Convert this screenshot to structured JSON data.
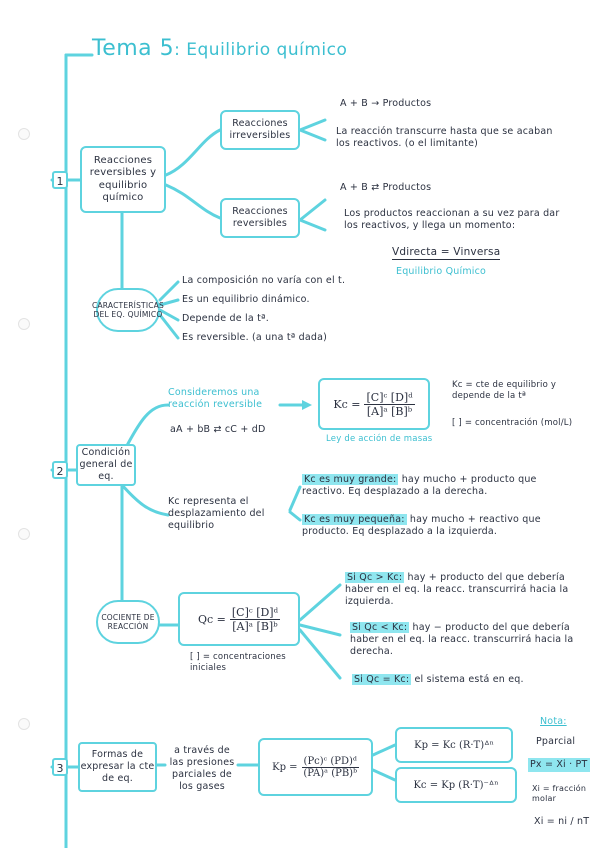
{
  "title": {
    "main": "Tema 5",
    "sub": ": Equilibrio químico"
  },
  "section1": {
    "number": "1",
    "box": "Reacciones reversibles y equilibrio químico",
    "irrev_box": "Reacciones irreversibles",
    "irrev_eq": "A + B → Productos",
    "irrev_desc": "La reacción transcurre hasta que se acaban los reactivos. (o el limitante)",
    "rev_box": "Reacciones reversibles",
    "rev_eq": "A + B ⇄ Productos",
    "rev_desc": "Los productos reaccionan a su vez para dar los reactivos, y llega un momento:",
    "velocity": "Vdirecta = Vinversa",
    "velocity_label": "Equilibrio Químico",
    "caract_box": "CARACTERÍSTICAS DEL EQ. QUÍMICO",
    "caract_items": [
      "La composición no varía con el t.",
      "Es un equilibrio dinámico.",
      "Depende de la tª.",
      "Es reversible. (a una tª dada)"
    ]
  },
  "section2": {
    "number": "2",
    "box": "Condición general de eq.",
    "consider": "Consideremos una reacción reversible",
    "reaction": "aA + bB ⇄ cC + dD",
    "kc_left": "Kc =",
    "kc_num": "[C]ᶜ [D]ᵈ",
    "kc_den": "[A]ᵃ [B]ᵇ",
    "kc_label": "Ley de acción de masas",
    "kc_def": "Kc = cte de equilibrio y depende de la tª",
    "conc_def": "[ ] = concentración (mol/L)",
    "kc_repr": "Kc representa el desplazamiento del equilibrio",
    "kc_big_hl": "Kc es muy grande:",
    "kc_big_txt": "hay mucho + producto que reactivo. Eq desplazado a la derecha.",
    "kc_small_hl": "Kc es muy pequeña:",
    "kc_small_txt": "hay mucho + reactivo que producto. Eq desplazado a la izquierda.",
    "qc_box": "COCIENTE DE REACCIÓN",
    "qc_left": "Qc =",
    "qc_num": "[C]ᶜ [D]ᵈ",
    "qc_den": "[A]ᵃ [B]ᵇ",
    "qc_note": "[ ] = concentraciones iniciales",
    "qc_gt_hl": "Si Qc > Kc:",
    "qc_gt_txt": "hay + producto del que debería haber en el eq. la reacc. transcurrirá hacia la izquierda.",
    "qc_lt_hl": "Si Qc < Kc:",
    "qc_lt_txt": "hay − producto del que debería haber en el eq. la reacc. transcurrirá hacia la derecha.",
    "qc_eq_hl": "Si Qc = Kc:",
    "qc_eq_txt": "el sistema está en eq."
  },
  "section3": {
    "number": "3",
    "box": "Formas de expresar la cte de eq.",
    "desc": "a través de las presiones parciales de los gases",
    "kp_left": "Kp =",
    "kp_num": "(Pc)ᶜ (PD)ᵈ",
    "kp_den": "(PA)ᵃ (PB)ᵇ",
    "kp_kc": "Kp = Kc (R·T)ᐞⁿ",
    "kc_kp": "Kc = Kp (R·T)⁻ᐞⁿ",
    "nota_title": "Nota:",
    "nota_p": "Pparcial",
    "nota_px": "Px = Xi · PT",
    "nota_xi": "Xi = fracción molar",
    "nota_xi_formula": "Xi = ni / nT"
  },
  "colors": {
    "accent": "#5ed3df",
    "highlight": "#8fe6ef",
    "ink": "#2b3140"
  }
}
